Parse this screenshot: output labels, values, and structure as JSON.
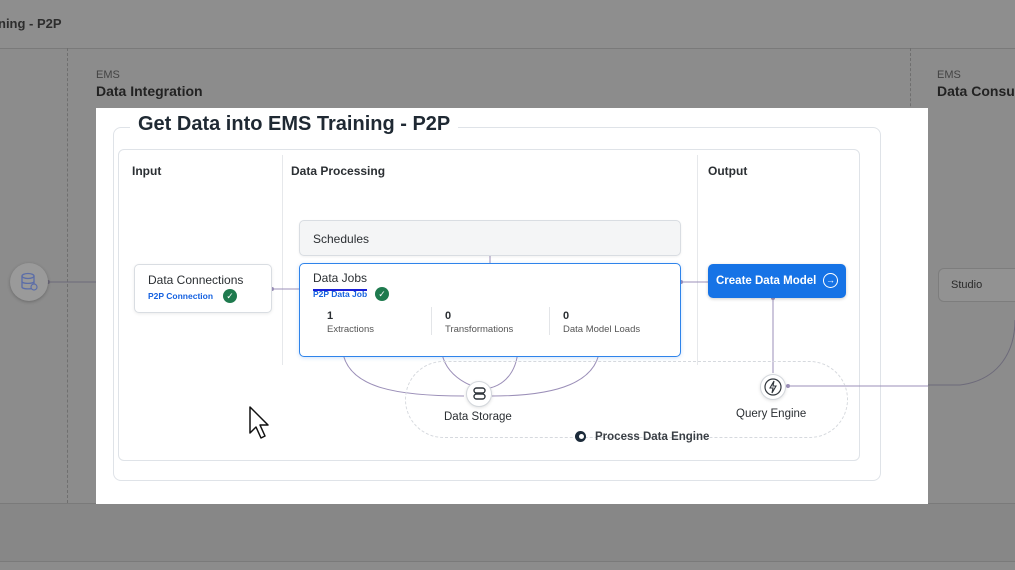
{
  "background": {
    "breadcrumb": "ning - P2P",
    "sections": [
      {
        "kicker": "EMS",
        "title": "Data Integration"
      },
      {
        "kicker": "EMS",
        "title": "Data Consu"
      }
    ],
    "studio_label": "Studio"
  },
  "panel": {
    "title": "Get Data into EMS Training - P2P",
    "columns": {
      "input": "Input",
      "processing": "Data Processing",
      "output": "Output"
    },
    "data_connections": {
      "label": "Data Connections",
      "sub": "P2P Connection",
      "status_icon": "check-circle-icon"
    },
    "schedules": {
      "label": "Schedules"
    },
    "data_jobs": {
      "label": "Data Jobs",
      "sub": "P2P Data Job",
      "metrics": [
        {
          "value": "1",
          "label": "Extractions"
        },
        {
          "value": "0",
          "label": "Transformations"
        },
        {
          "value": "0",
          "label": "Data Model Loads"
        }
      ]
    },
    "create_button": {
      "label": "Create Data Model",
      "icon": "arrow-right-circle-icon"
    },
    "data_storage": {
      "label": "Data Storage",
      "icon": "database-icon"
    },
    "query_engine": {
      "label": "Query Engine",
      "icon": "lightning-icon"
    },
    "process_data_engine": {
      "label": "Process Data Engine"
    }
  },
  "colors": {
    "accent": "#1673e6",
    "success": "#1e7a4e",
    "overlay": "#8c8c8c",
    "connector": "#9b8fb8"
  }
}
